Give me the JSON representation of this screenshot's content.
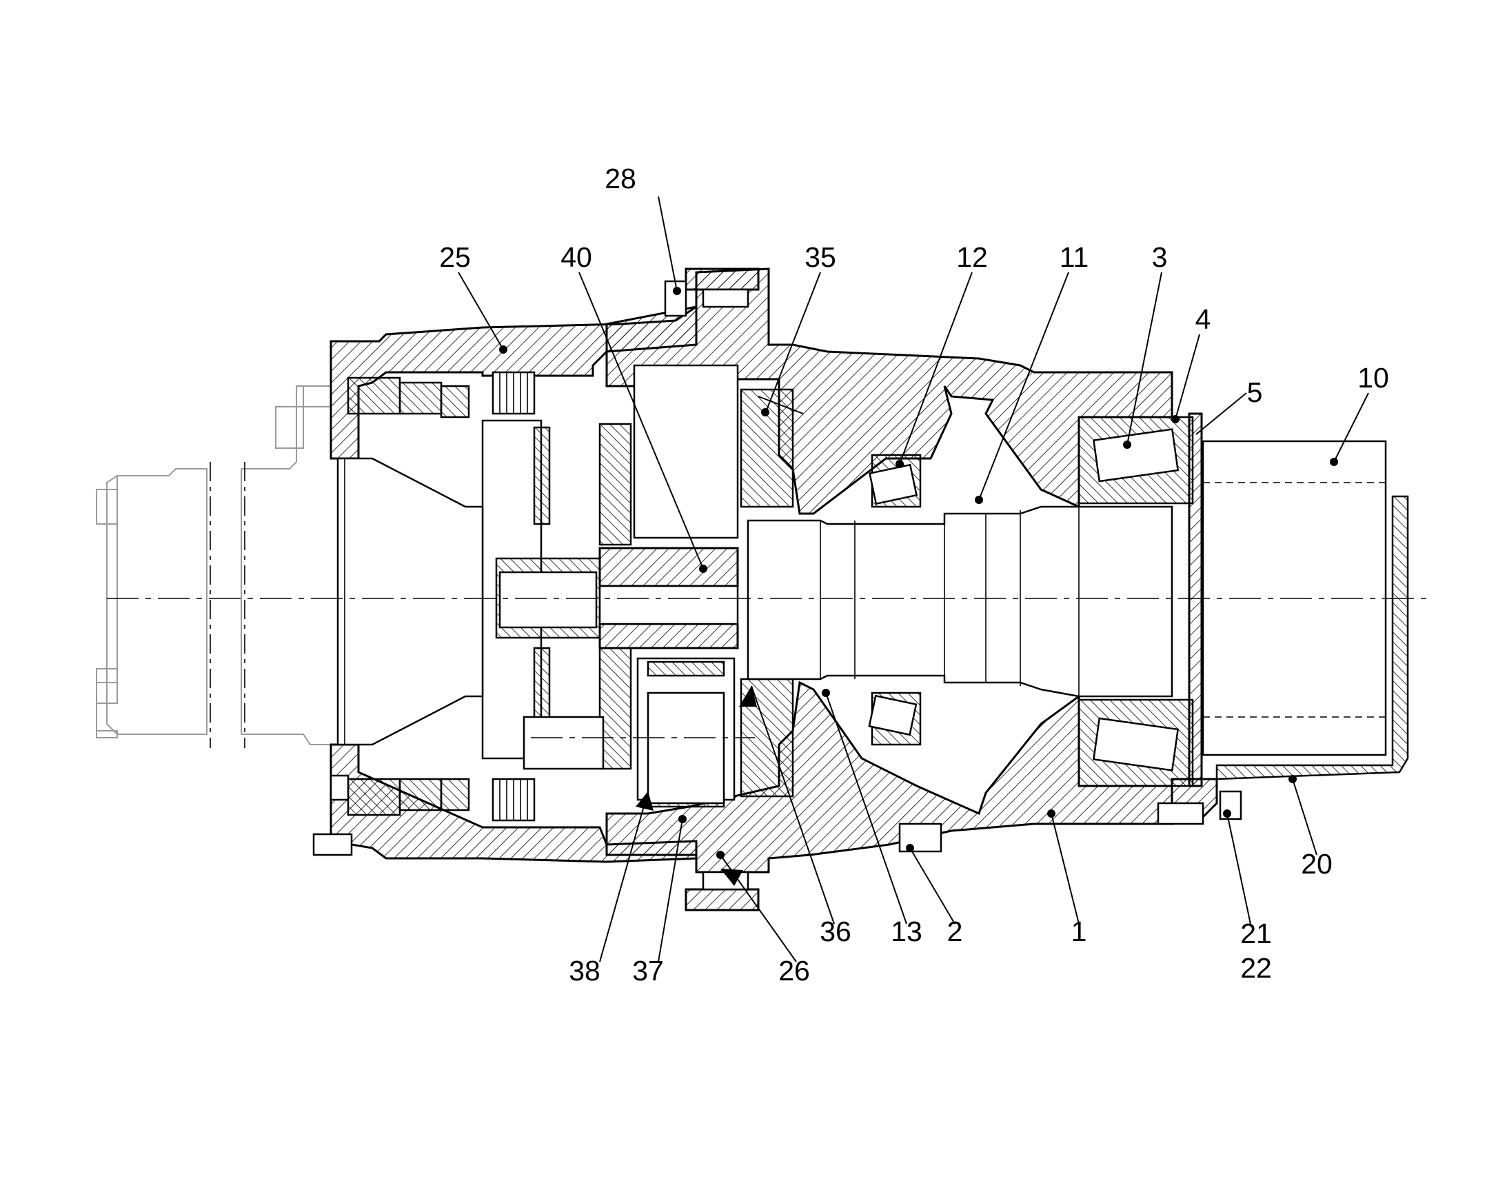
{
  "callouts": [
    {
      "id": "c28",
      "label": "28"
    },
    {
      "id": "c25",
      "label": "25"
    },
    {
      "id": "c40",
      "label": "40"
    },
    {
      "id": "c35",
      "label": "35"
    },
    {
      "id": "c12",
      "label": "12"
    },
    {
      "id": "c11",
      "label": "11"
    },
    {
      "id": "c3",
      "label": "3"
    },
    {
      "id": "c4",
      "label": "4"
    },
    {
      "id": "c5",
      "label": "5"
    },
    {
      "id": "c10",
      "label": "10"
    },
    {
      "id": "c20",
      "label": "20"
    },
    {
      "id": "c21",
      "label": "21"
    },
    {
      "id": "c22",
      "label": "22"
    },
    {
      "id": "c1",
      "label": "1"
    },
    {
      "id": "c2",
      "label": "2"
    },
    {
      "id": "c13",
      "label": "13"
    },
    {
      "id": "c36",
      "label": "36"
    },
    {
      "id": "c26",
      "label": "26"
    },
    {
      "id": "c37",
      "label": "37"
    },
    {
      "id": "c38",
      "label": "38"
    }
  ]
}
